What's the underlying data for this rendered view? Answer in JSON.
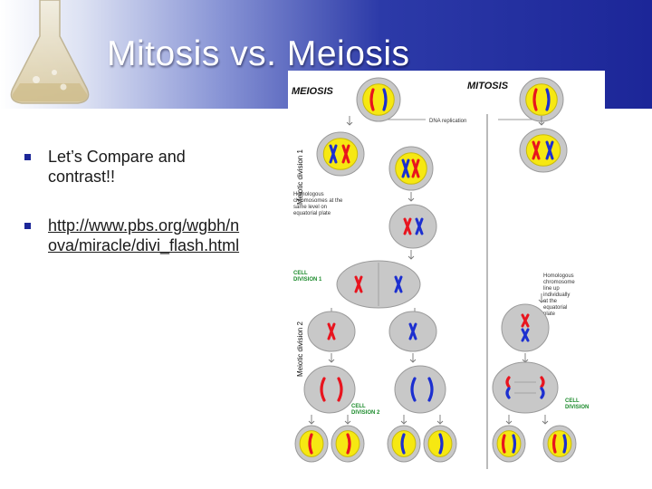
{
  "slide": {
    "title": "Mitosis vs. Meiosis",
    "bullets": [
      {
        "text": "Let’s Compare and contrast!!"
      },
      {
        "text": "http://www.pbs.org/wgbh/nova/miracle/divi_flash.html"
      }
    ]
  },
  "diagram": {
    "labels": {
      "meiosis": "MEIOSIS",
      "mitosis": "MITOSIS",
      "dna_replication": "DNA replication",
      "meiotic_division_1": "Meiotic division 1",
      "meiotic_division_2": "Meiotic division 2",
      "homologous_meiosis": [
        "Homologous",
        "chromosomes at the",
        "same level on",
        "equatorial plate"
      ],
      "cell_division_1": [
        "CELL",
        "DIVISION 1"
      ],
      "cell_division_2": [
        "CELL",
        "DIVISION 2"
      ],
      "homologous_mitosis": [
        "Homologous",
        "chromosome",
        "line up",
        "individually",
        "at the",
        "equatorial",
        "plate"
      ],
      "cell_division_mitosis": [
        "CELL",
        "DIVISION"
      ]
    },
    "colors": {
      "maternal": "#e8141e",
      "paternal": "#1c2fd0",
      "nucleus": "#f6e812",
      "cell": "#c8c8c8"
    }
  }
}
